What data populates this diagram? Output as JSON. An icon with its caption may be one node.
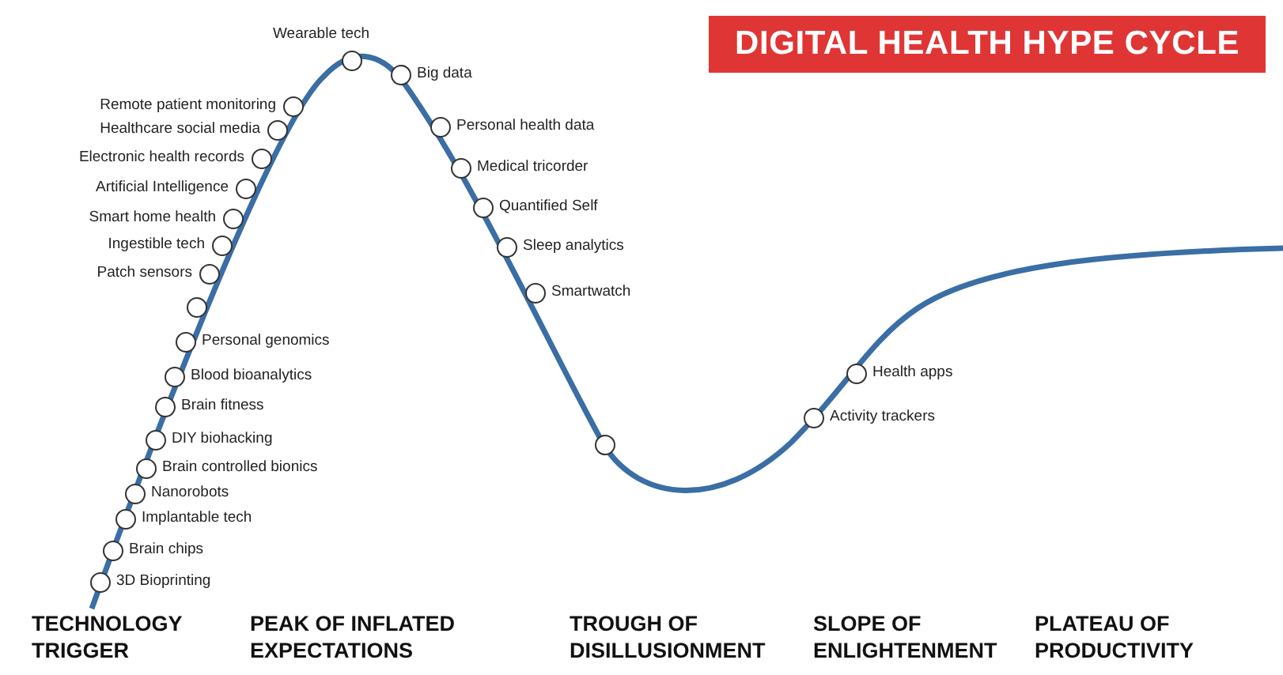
{
  "diagram": {
    "title": "DIGITAL HEALTH HYPE CYCLE",
    "nodes": [
      {
        "text": [],
        "shape": "circle",
        "beside": [
          "3D Bioprinting"
        ]
      },
      {
        "text": [],
        "shape": "circle",
        "beside": [
          "Brain chips"
        ]
      },
      {
        "text": [],
        "shape": "circle",
        "beside": [
          "Implantable tech"
        ]
      },
      {
        "text": [],
        "shape": "circle",
        "beside": [
          "Nanorobots"
        ]
      },
      {
        "text": [],
        "shape": "circle",
        "beside": [
          "Brain controlled bionics"
        ]
      },
      {
        "text": [],
        "shape": "circle",
        "beside": [
          "DIY biohacking"
        ]
      },
      {
        "text": [],
        "shape": "circle",
        "beside": [
          "Brain fitness"
        ]
      },
      {
        "text": [],
        "shape": "circle",
        "beside": [
          "Blood bioanalytics"
        ]
      },
      {
        "text": [],
        "shape": "circle",
        "beside": [
          "Personal genomics"
        ]
      },
      {
        "text": [],
        "shape": "circle"
      },
      {
        "text": [],
        "shape": "circle",
        "beside": [
          "Patch sensors"
        ]
      },
      {
        "text": [],
        "shape": "circle",
        "beside": [
          "Ingestible tech"
        ]
      },
      {
        "text": [],
        "shape": "circle",
        "beside": [
          "Smart home health"
        ]
      },
      {
        "text": [],
        "shape": "circle",
        "beside": [
          "Artificial Intelligence"
        ]
      },
      {
        "text": [],
        "shape": "circle",
        "beside": [
          "Electronic health records"
        ]
      },
      {
        "text": [],
        "shape": "circle",
        "beside": [
          "Healthcare social media"
        ]
      },
      {
        "text": [],
        "shape": "circle",
        "beside": [
          "Remote patient monitoring"
        ]
      },
      {
        "text": [],
        "shape": "circle",
        "beside": [
          "Wearable tech"
        ]
      },
      {
        "text": [],
        "shape": "circle",
        "beside": [
          "Big data"
        ]
      },
      {
        "text": [],
        "shape": "circle",
        "beside": [
          "Personal health data"
        ]
      },
      {
        "text": [],
        "shape": "circle",
        "beside": [
          "Medical tricorder"
        ]
      },
      {
        "text": [],
        "shape": "circle",
        "beside": [
          "Quantified Self"
        ]
      },
      {
        "text": [],
        "shape": "circle",
        "beside": [
          "Sleep analytics"
        ]
      },
      {
        "text": [],
        "shape": "circle",
        "beside": [
          "Smartwatch"
        ]
      },
      {
        "text": [],
        "shape": "circle"
      },
      {
        "text": [],
        "shape": "circle",
        "beside": [
          "Activity trackers"
        ]
      },
      {
        "text": [],
        "shape": "circle",
        "beside": [
          "Health apps"
        ]
      }
    ],
    "labels": [
      "TECHNOLOGY TRIGGER",
      "PEAK OF INFLATED EXPECTATIONS",
      "TROUGH OF DISILLUSIONMENT",
      "SLOPE OF ENLIGHTENMENT",
      "PLATEAU OF PRODUCTIVITY"
    ]
  }
}
